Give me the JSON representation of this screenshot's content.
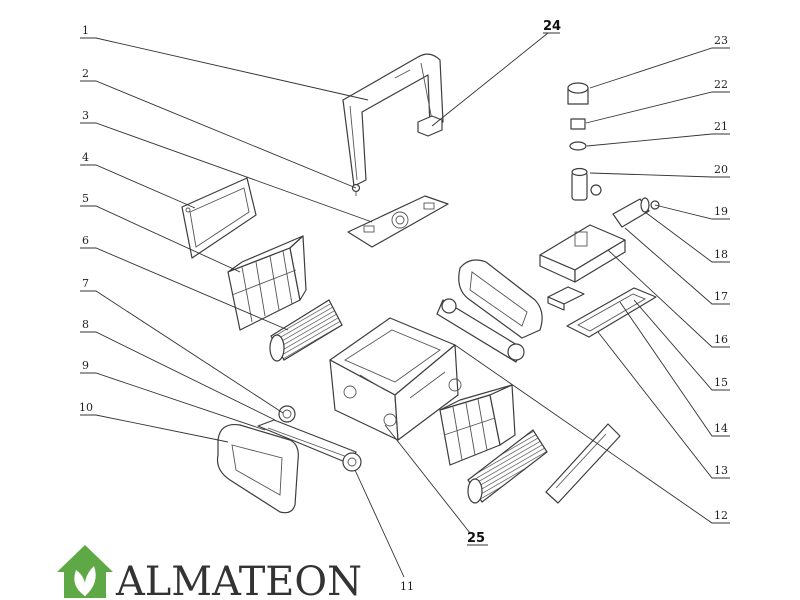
{
  "callouts": {
    "c1": "1",
    "c2": "2",
    "c3": "3",
    "c4": "4",
    "c5": "5",
    "c6": "6",
    "c7": "7",
    "c8": "8",
    "c9": "9",
    "c10": "10",
    "c11": "11",
    "c12": "12",
    "c13": "13",
    "c14": "14",
    "c15": "15",
    "c16": "16",
    "c17": "17",
    "c18": "18",
    "c19": "19",
    "c20": "20",
    "c21": "21",
    "c22": "22",
    "c23": "23",
    "c24": "24",
    "c25": "25"
  },
  "brand": {
    "name": "ALMATEON",
    "icon": "house-leaf-icon",
    "icon_color": "#5ea945",
    "text_color": "#333333"
  }
}
